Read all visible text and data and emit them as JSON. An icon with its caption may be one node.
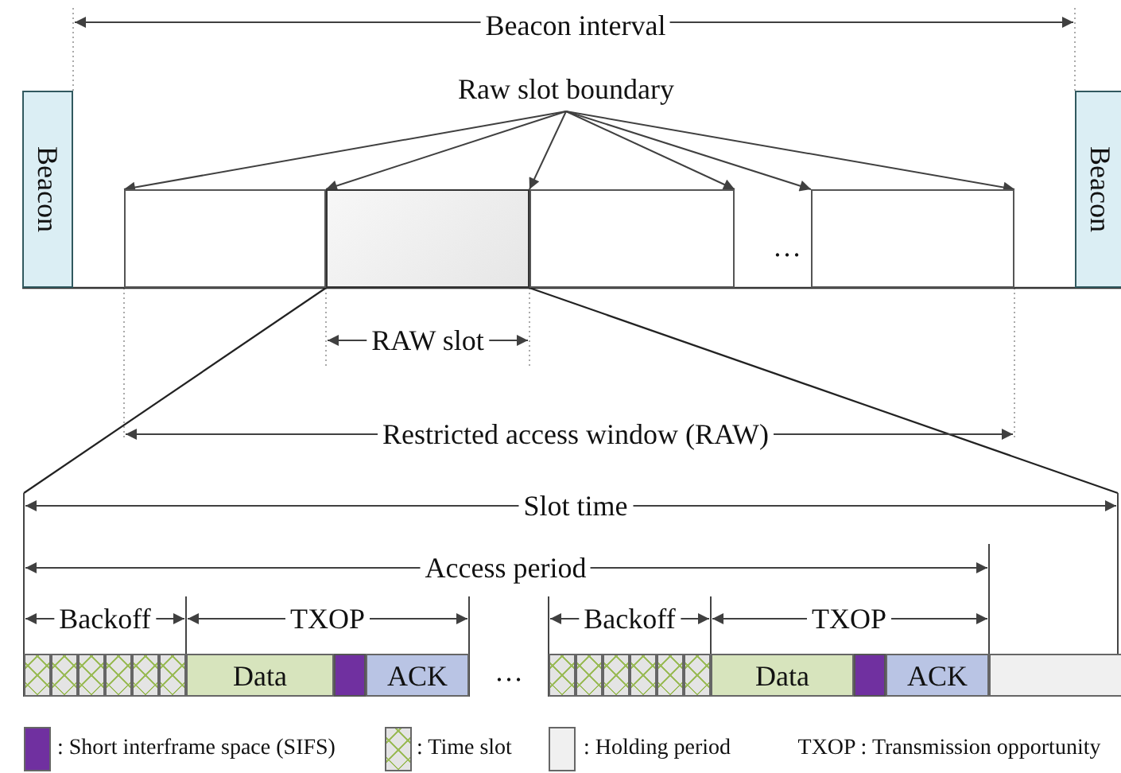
{
  "diagram": {
    "nodes": [
      {
        "text": [
          "Raw slot boundary"
        ]
      },
      {
        "text": [
          "Beacon"
        ]
      },
      {
        "text": [],
        "shape": "box"
      },
      {
        "text": [],
        "shape": "box"
      },
      {
        "text": [],
        "shape": "box"
      },
      {
        "text": [],
        "shape": "box"
      },
      {
        "text": [
          "Beacon"
        ]
      },
      {
        "text": [],
        "shape": "box"
      },
      {
        "text": [],
        "shape": "box"
      },
      {
        "text": [],
        "shape": "box"
      },
      {
        "text": [],
        "shape": "box"
      },
      {
        "text": [],
        "shape": "box"
      },
      {
        "text": [],
        "shape": "box"
      },
      {
        "text": [
          "Data"
        ]
      },
      {
        "text": [],
        "shape": "box"
      },
      {
        "text": [
          "ACK"
        ]
      },
      {
        "text": [],
        "shape": "box"
      },
      {
        "text": [],
        "shape": "box"
      },
      {
        "text": [],
        "shape": "box"
      },
      {
        "text": [],
        "shape": "box"
      },
      {
        "text": [],
        "shape": "box"
      },
      {
        "text": [],
        "shape": "box"
      },
      {
        "text": [
          "Data"
        ]
      },
      {
        "text": [],
        "shape": "box"
      },
      {
        "text": [
          "ACK"
        ]
      },
      {
        "text": [],
        "shape": "box"
      }
    ],
    "edges": [
      {
        "from": 0,
        "to": 2,
        "arrow": "to"
      },
      {
        "from": 0,
        "to": 3,
        "arrow": "to"
      },
      {
        "from": 0,
        "to": 4,
        "arrow": "to"
      },
      {
        "from": 0,
        "to": 4,
        "arrow": "to"
      },
      {
        "from": 0,
        "to": 5,
        "arrow": "to"
      },
      {
        "from": 0,
        "to": 5,
        "arrow": "to"
      }
    ],
    "labels": [
      "Beacon interval",
      "…",
      "RAW slot",
      "Restricted access window (RAW)",
      "Slot time",
      "Access period",
      "Backoff",
      "TXOP",
      "Backoff",
      "TXOP",
      "…",
      "TXOP : Transmission opportunity"
    ],
    "legend": [
      {
        "text": ": Short interframe space (SIFS)",
        "color": "#7030a0"
      },
      {
        "text": ": Time slot"
      },
      {
        "text": ": Holding period",
        "color": "#f0f0f0"
      }
    ]
  }
}
